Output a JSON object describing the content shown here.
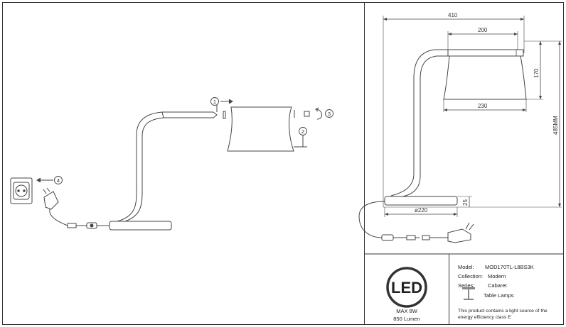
{
  "assembly": {
    "steps": [
      {
        "num": "1",
        "label": "①"
      },
      {
        "num": "2",
        "label": "②"
      },
      {
        "num": "3",
        "label": "③"
      },
      {
        "num": "4",
        "label": "④"
      }
    ]
  },
  "dimensions": {
    "overall_width": "410",
    "shade_top_width": "200",
    "shade_height": "170",
    "shade_bottom_width": "230",
    "total_height": "485MM",
    "base_height": "25",
    "base_diameter": "ø220"
  },
  "info": {
    "logo_text": "LED",
    "max_power": "MAX 8W",
    "lumen": "850 Lumen",
    "model_label": "Model:",
    "model_value": "MOD170TL-L8BS3K",
    "collection_label": "Collection:",
    "collection_value": "Modern",
    "series_label": "Series:",
    "series_value": "Cabaret",
    "type_value": "Table Lamps",
    "energy_note_line1": "This product contains a light source of the",
    "energy_note_line2": "energy efficiency class E"
  }
}
